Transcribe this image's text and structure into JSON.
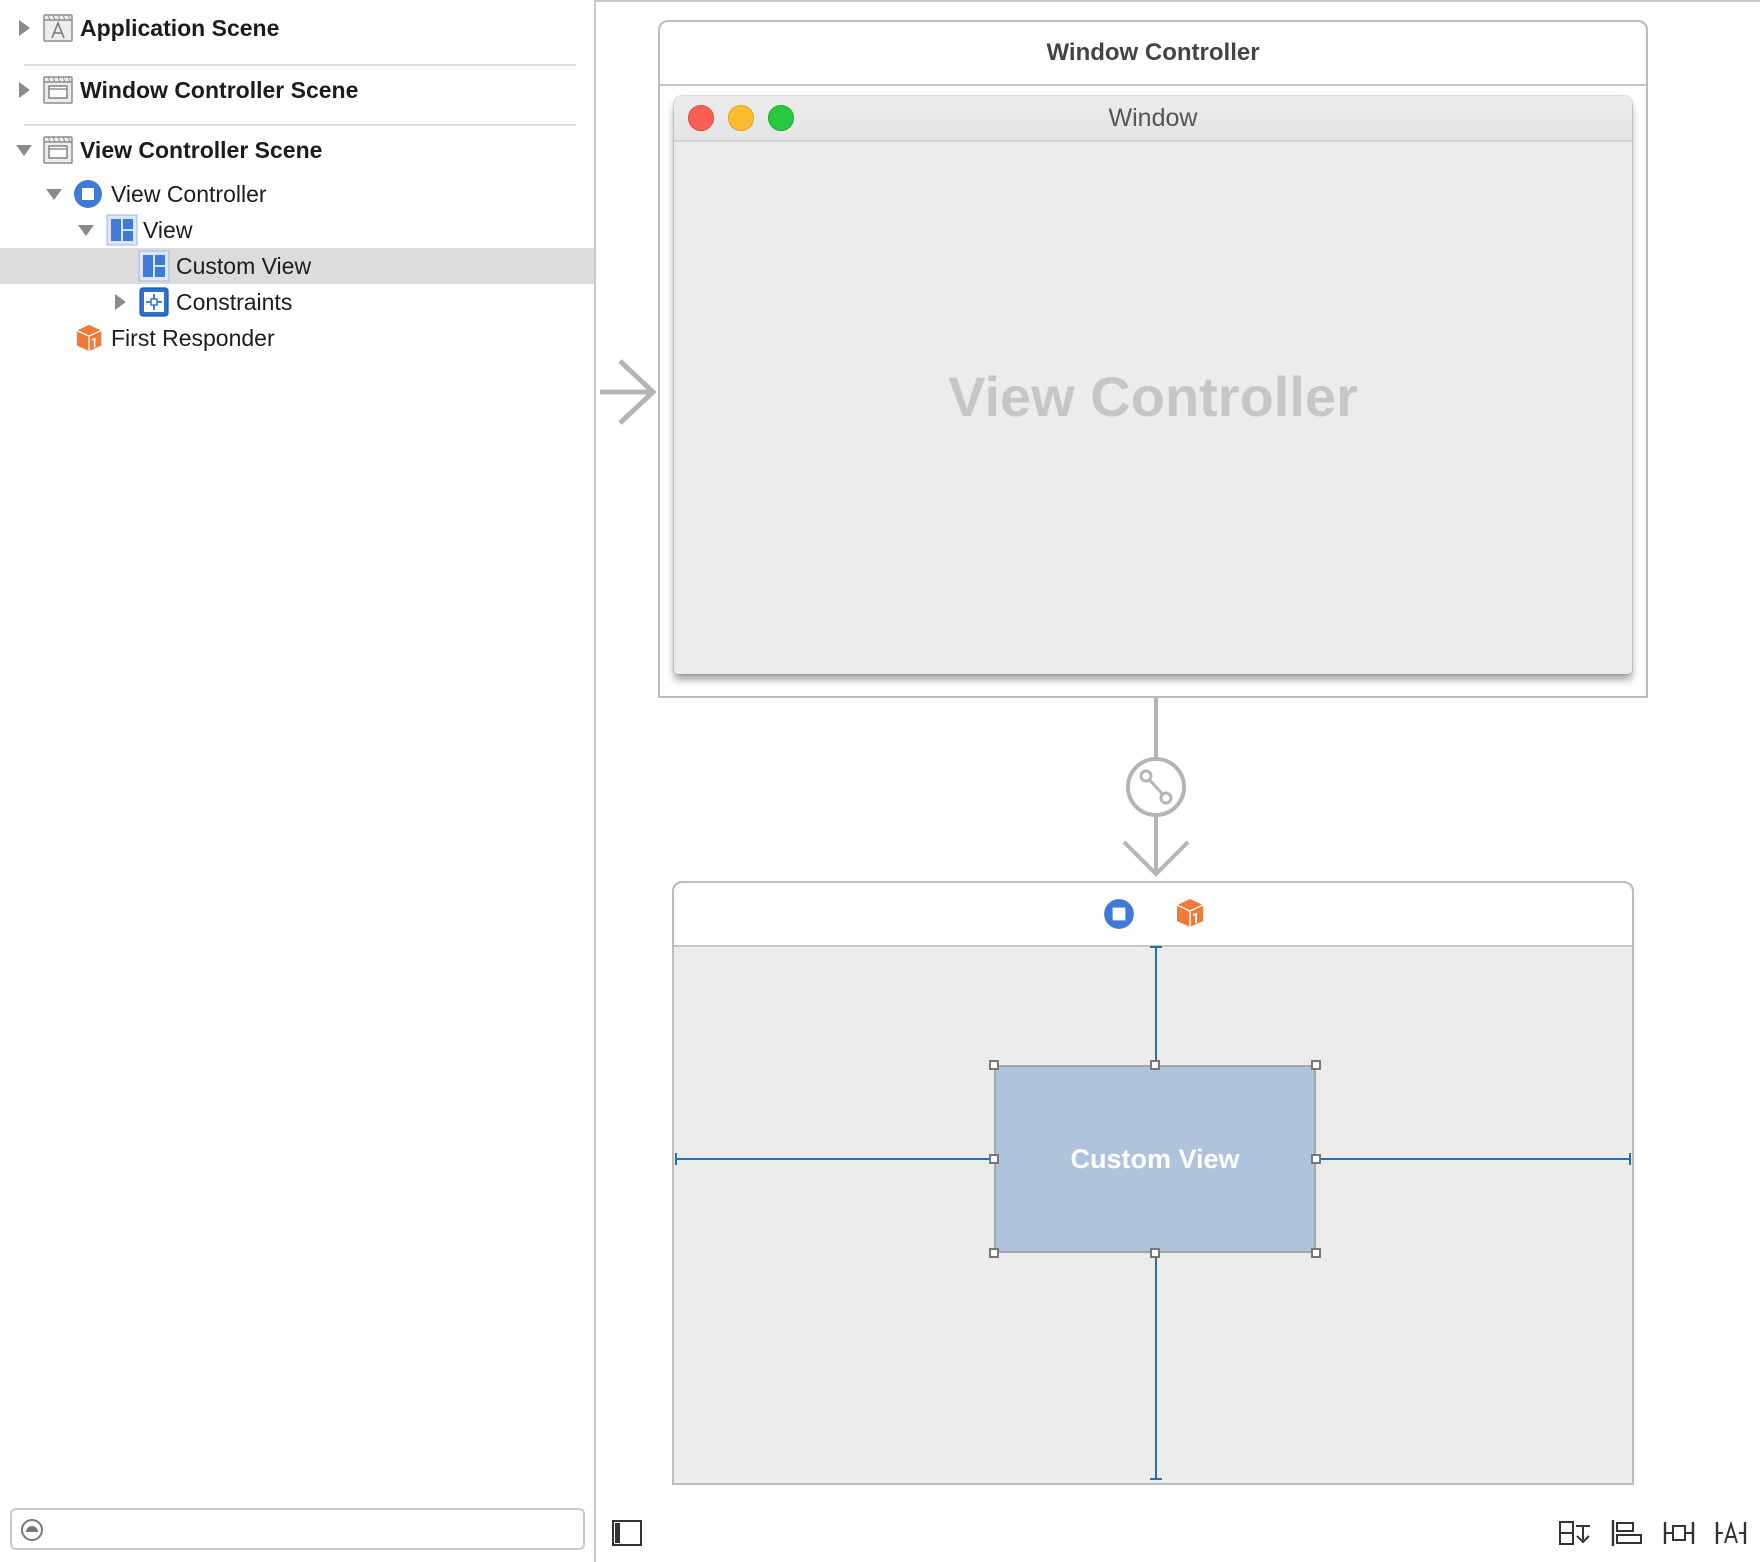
{
  "outline": {
    "scenes": [
      {
        "label": "Application Scene",
        "expanded": false
      },
      {
        "label": "Window Controller Scene",
        "expanded": false
      },
      {
        "label": "View Controller Scene",
        "expanded": true
      }
    ],
    "items": [
      {
        "label": "View Controller",
        "expanded": true
      },
      {
        "label": "View",
        "expanded": true
      },
      {
        "label": "Custom View",
        "selected": true
      },
      {
        "label": "Constraints",
        "expanded": false
      },
      {
        "label": "First Responder"
      }
    ],
    "filter": {
      "value": "",
      "placeholder": ""
    }
  },
  "canvas": {
    "window_controller": {
      "title": "Window Controller",
      "window_title": "Window",
      "content_placeholder": "View Controller"
    },
    "view_controller": {
      "custom_view_label": "Custom View"
    }
  },
  "colors": {
    "accent_blue": "#3f7ad8",
    "constraint_blue": "#2a6cb8",
    "first_responder_orange": "#f07a3a",
    "custom_view_fill": "#afc3dc",
    "selection": "#dcdcdc"
  },
  "icons": {
    "disclosure_collapsed": "disclosure-right-icon",
    "disclosure_expanded": "disclosure-down-icon",
    "application_scene": "application-scene-icon",
    "window_controller_scene": "window-scene-icon",
    "view_controller_scene": "window-scene-icon",
    "view_controller": "view-controller-icon",
    "view": "view-icon",
    "constraints": "constraints-icon",
    "first_responder": "first-responder-icon",
    "segue": "segue-icon"
  }
}
